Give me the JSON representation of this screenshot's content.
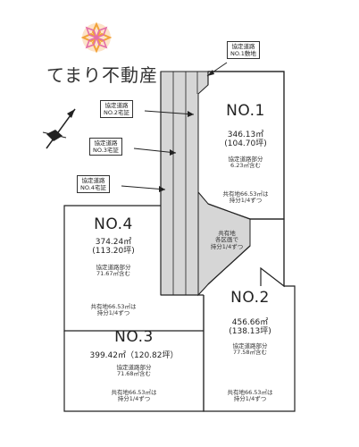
{
  "brand": {
    "name": "てまり不動産",
    "logo_icon": "temari-ball-icon",
    "accent": "#f2a33a",
    "accent2": "#e46fa8"
  },
  "compass": {
    "icon": "north-arrow-icon"
  },
  "callouts": {
    "road1": [
      "協定道路",
      "NO.1敷地"
    ],
    "road2": [
      "協定道路",
      "NO.2宅証"
    ],
    "road3": [
      "協定道路",
      "NO.3宅証"
    ],
    "road4": [
      "協定道路",
      "NO.4宅証"
    ]
  },
  "shared": [
    "共有地",
    "各区画で",
    "持分1/4ずつ"
  ],
  "lots": {
    "no1": {
      "title": "NO.1",
      "area": "346.13㎡",
      "tsubo": "(104.70坪)",
      "road_note": [
        "協定道路部分",
        "6.23㎡含む"
      ],
      "share_note": [
        "共有地66.53㎡は",
        "持分1/4ずつ"
      ]
    },
    "no2": {
      "title": "NO.2",
      "area": "456.66㎡",
      "tsubo": "(138.13坪)",
      "road_note": [
        "協定道路部分",
        "77.58㎡含む"
      ],
      "share_note": [
        "共有地66.53㎡は",
        "持分1/4ずつ"
      ]
    },
    "no3": {
      "title": "NO.3",
      "area": "399.42㎡（120.82坪）",
      "road_note": [
        "協定道路部分",
        "71.68㎡含む"
      ],
      "share_note": [
        "共有地66.53㎡は",
        "持分1/4ずつ"
      ]
    },
    "no4": {
      "title": "NO.4",
      "area": "374.24㎡",
      "tsubo": "(113.20坪)",
      "road_note": [
        "協定道路部分",
        "71.67㎡含む"
      ],
      "share_note": [
        "共有地66.53㎡は",
        "持分1/4ずつ"
      ]
    }
  },
  "colors": {
    "road_fill": "#d6d6d6",
    "line": "#222222"
  }
}
